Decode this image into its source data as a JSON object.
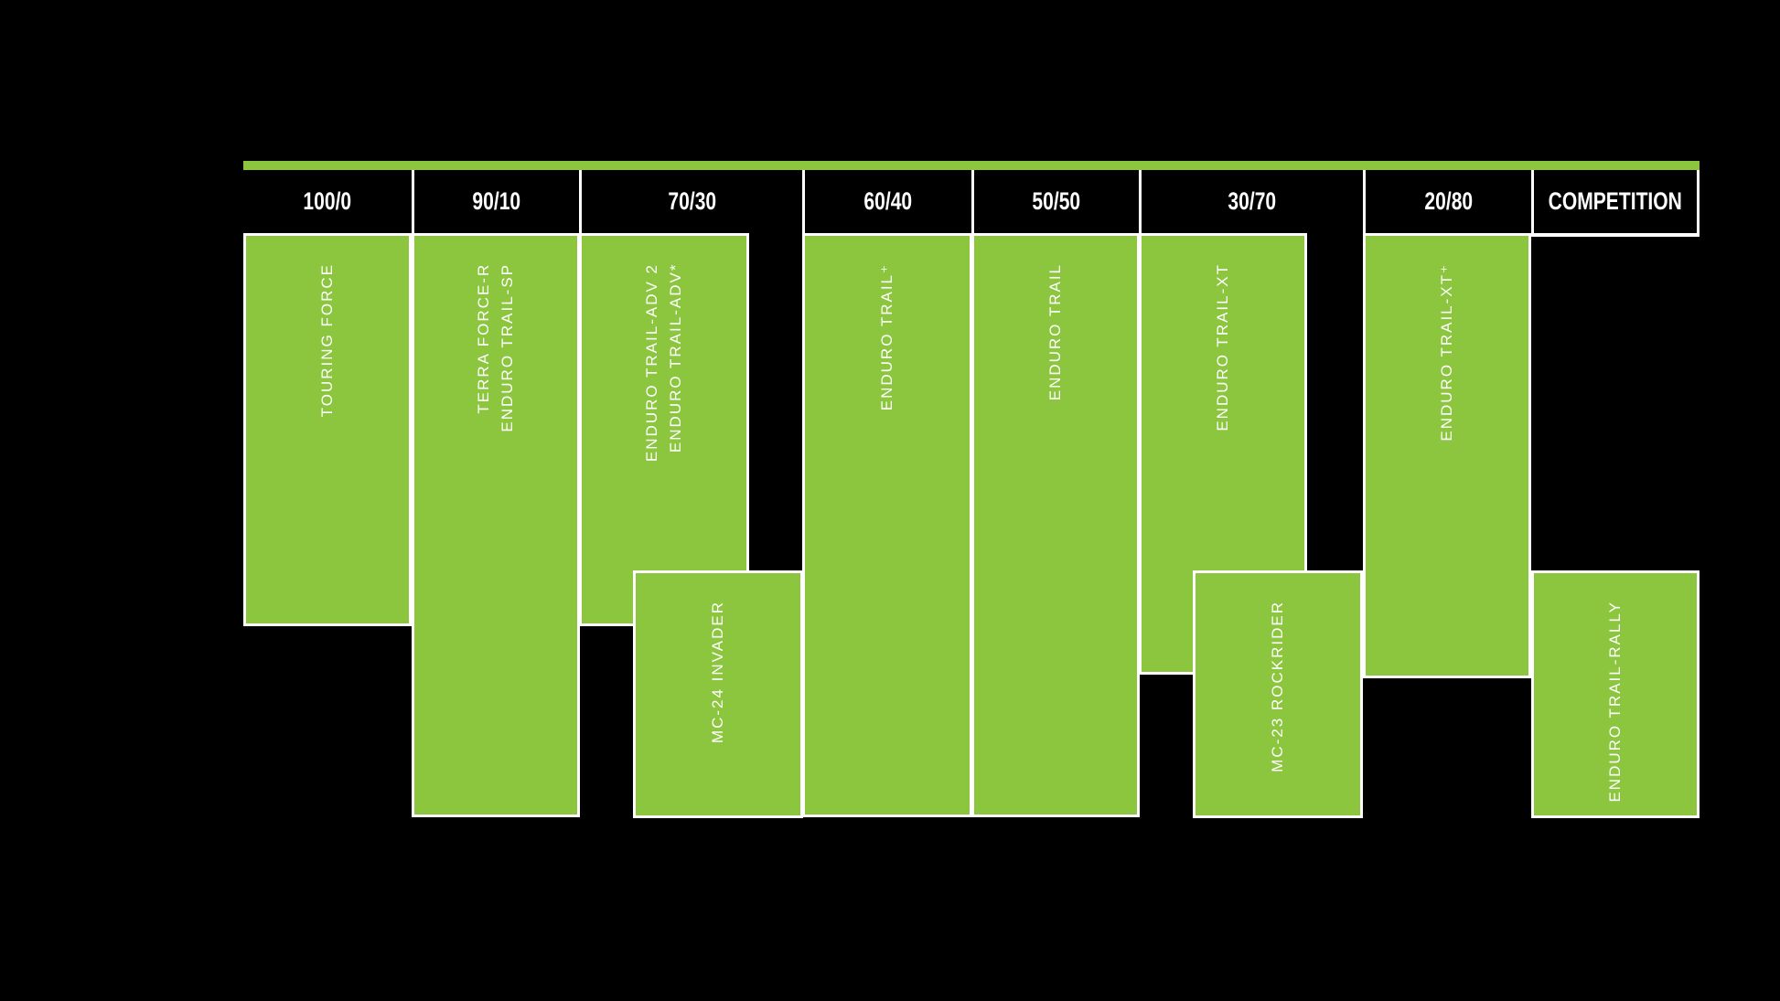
{
  "colors": {
    "accent_green": "#8CC63F",
    "background": "#000000",
    "text": "#FFFFFF"
  },
  "header": {
    "categories": [
      {
        "label": "100/0"
      },
      {
        "label": "90/10"
      },
      {
        "label": "70/30"
      },
      {
        "label": "60/40"
      },
      {
        "label": "50/50"
      },
      {
        "label": "30/70"
      },
      {
        "label": "20/80"
      },
      {
        "label": "COMPETITION"
      }
    ]
  },
  "blocks": [
    {
      "name": "touring-force",
      "label": "TOURING FORCE",
      "column": [
        "100/0"
      ],
      "row": "upper"
    },
    {
      "name": "terra-force-r",
      "label": "TERRA FORCE-R\nENDURO TRAIL-SP",
      "column": [
        "90/10"
      ],
      "row": "full"
    },
    {
      "name": "enduro-trail-adv",
      "label": "ENDURO TRAIL-ADV 2\nENDURO TRAIL-ADV*",
      "column": [
        "70/30"
      ],
      "row": "upper"
    },
    {
      "name": "mc-24-invader",
      "label": "MC-24 INVADER",
      "column": [
        "70/30",
        "60/40"
      ],
      "row": "lower"
    },
    {
      "name": "enduro-trail-plus",
      "label": "ENDURO TRAIL⁺",
      "column": [
        "60/40"
      ],
      "row": "full"
    },
    {
      "name": "enduro-trail",
      "label": "ENDURO TRAIL",
      "column": [
        "50/50"
      ],
      "row": "full"
    },
    {
      "name": "enduro-trail-xt",
      "label": "ENDURO TRAIL-XT",
      "column": [
        "30/70"
      ],
      "row": "upper"
    },
    {
      "name": "mc-23-rockrider",
      "label": "MC-23 ROCKRIDER",
      "column": [
        "30/70",
        "20/80"
      ],
      "row": "lower"
    },
    {
      "name": "enduro-trail-xt-plus",
      "label": "ENDURO TRAIL-XT⁺",
      "column": [
        "20/80"
      ],
      "row": "upper"
    },
    {
      "name": "enduro-trail-rally",
      "label": "ENDURO TRAIL-RALLY",
      "column": [
        "COMPETITION"
      ],
      "row": "lower"
    }
  ]
}
